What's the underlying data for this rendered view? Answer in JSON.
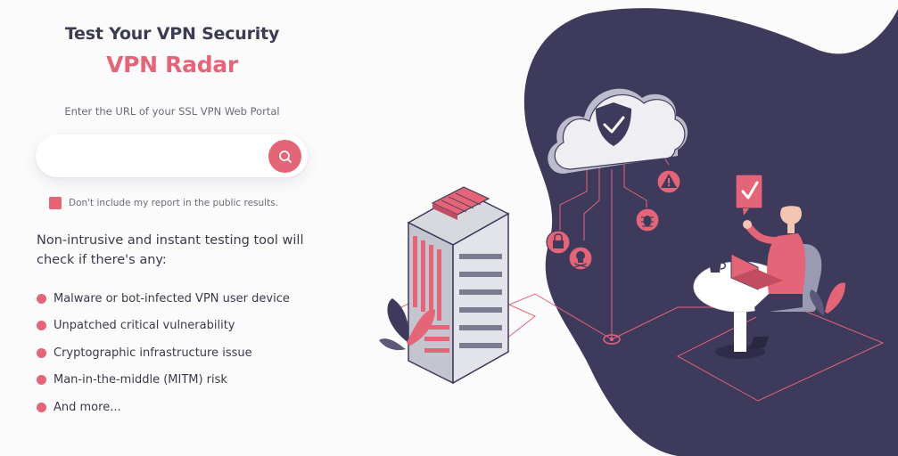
{
  "header": {
    "subtitle": "Test Your VPN Security",
    "title": "VPN Radar"
  },
  "search": {
    "label": "Enter the URL of your SSL VPN Web Portal",
    "value": "",
    "placeholder": "",
    "button_icon": "search-icon"
  },
  "privacy_option": {
    "label": "Don't include my report in the public results.",
    "checked": true
  },
  "intro": "Non-intrusive and instant testing tool will check if there's any:",
  "features": [
    "Malware or bot-infected VPN user device",
    "Unpatched critical vulnerability",
    "Cryptographic infrastructure issue",
    "Man-in-the-middle (MITM) risk",
    "And more..."
  ],
  "illustration": {
    "icons": [
      "cloud-icon",
      "shield-check-icon",
      "server-icon",
      "lock-icon",
      "skull-icon",
      "bug-icon",
      "warning-icon",
      "checkmark-icon",
      "laptop-icon",
      "coffee-cup-icon",
      "person-icon",
      "plant-icon"
    ]
  },
  "colors": {
    "accent": "#e46478",
    "dark_blob": "#3d3a5c",
    "text": "#3a3a4a",
    "background": "#fcfbfc"
  }
}
